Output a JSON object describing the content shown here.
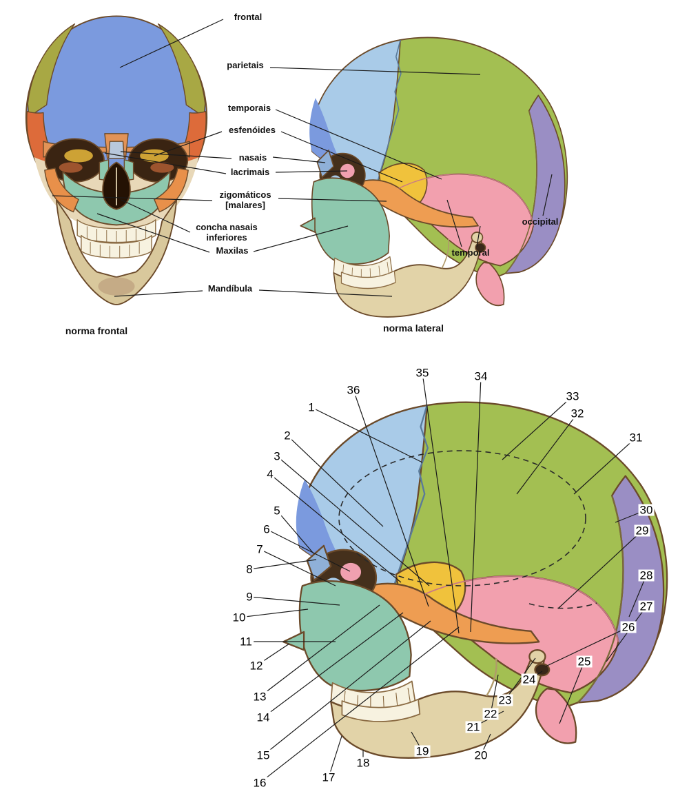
{
  "top_figure": {
    "labels": {
      "frontal": "frontal",
      "parietais": "parietais",
      "temporais": "temporais",
      "esfenoides": "esfenóides",
      "nasais": "nasais",
      "lacrimais": "lacrimais",
      "zigomaticos": "zigomáticos [malares]",
      "concha": "concha nasais inferiores",
      "maxilas": "Maxilas",
      "mandibula": "Mandíbula",
      "temporal": "temporal",
      "occipital": "occipital"
    },
    "captions": {
      "frontal_view": "norma frontal",
      "lateral_view": "norma lateral"
    }
  },
  "bottom_figure": {
    "numbers": [
      "1",
      "2",
      "3",
      "4",
      "5",
      "6",
      "7",
      "8",
      "9",
      "10",
      "11",
      "12",
      "13",
      "14",
      "15",
      "16",
      "17",
      "18",
      "19",
      "20",
      "21",
      "22",
      "23",
      "24",
      "25",
      "26",
      "27",
      "28",
      "29",
      "30",
      "31",
      "32",
      "33",
      "34",
      "35",
      "36"
    ]
  },
  "colors": {
    "frontal_bone": "#7b9ade",
    "frontal_bone_light": "#a9cbe8",
    "parietal_bone": "#a3bf52",
    "temporal_bone": "#f2a0ae",
    "sphenoid_bone": "#f0c23c",
    "zygomatic_bone": "#ee9d52",
    "maxilla_bone": "#8ec8ae",
    "mandible_bone": "#e2d3a8",
    "occipital_bone": "#9a8ec4",
    "temporal_frontal_view": "#dd6b3a",
    "parietal_edge": "#a8a844"
  }
}
